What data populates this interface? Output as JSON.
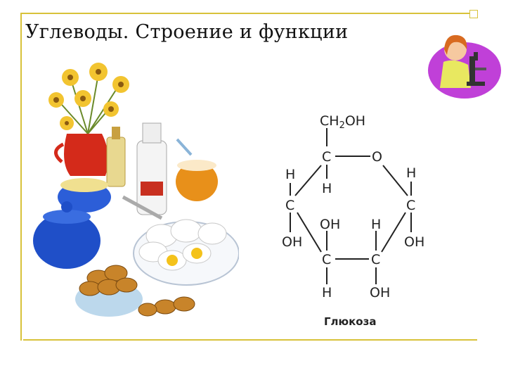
{
  "slide": {
    "title": "Углеводы. Строение и функции",
    "caption": "Глюкоза",
    "accent_color": "#d8c23a"
  },
  "molecule": {
    "top_group": "CH2OH",
    "ring_c1": "C",
    "ring_o": "O",
    "h_left_top": "H",
    "h_under_c1": "H",
    "h_right_top": "H",
    "c_left": "C",
    "c_right": "C",
    "oh_left": "OH",
    "oh_mid": "OH",
    "h_mid": "H",
    "oh_right": "OH",
    "c_bottom_left": "C",
    "c_bottom_right": "C",
    "h_bottom": "H",
    "oh_bottom": "OH"
  },
  "icons": [
    "food-illustration",
    "scientist-microscope-icon"
  ]
}
